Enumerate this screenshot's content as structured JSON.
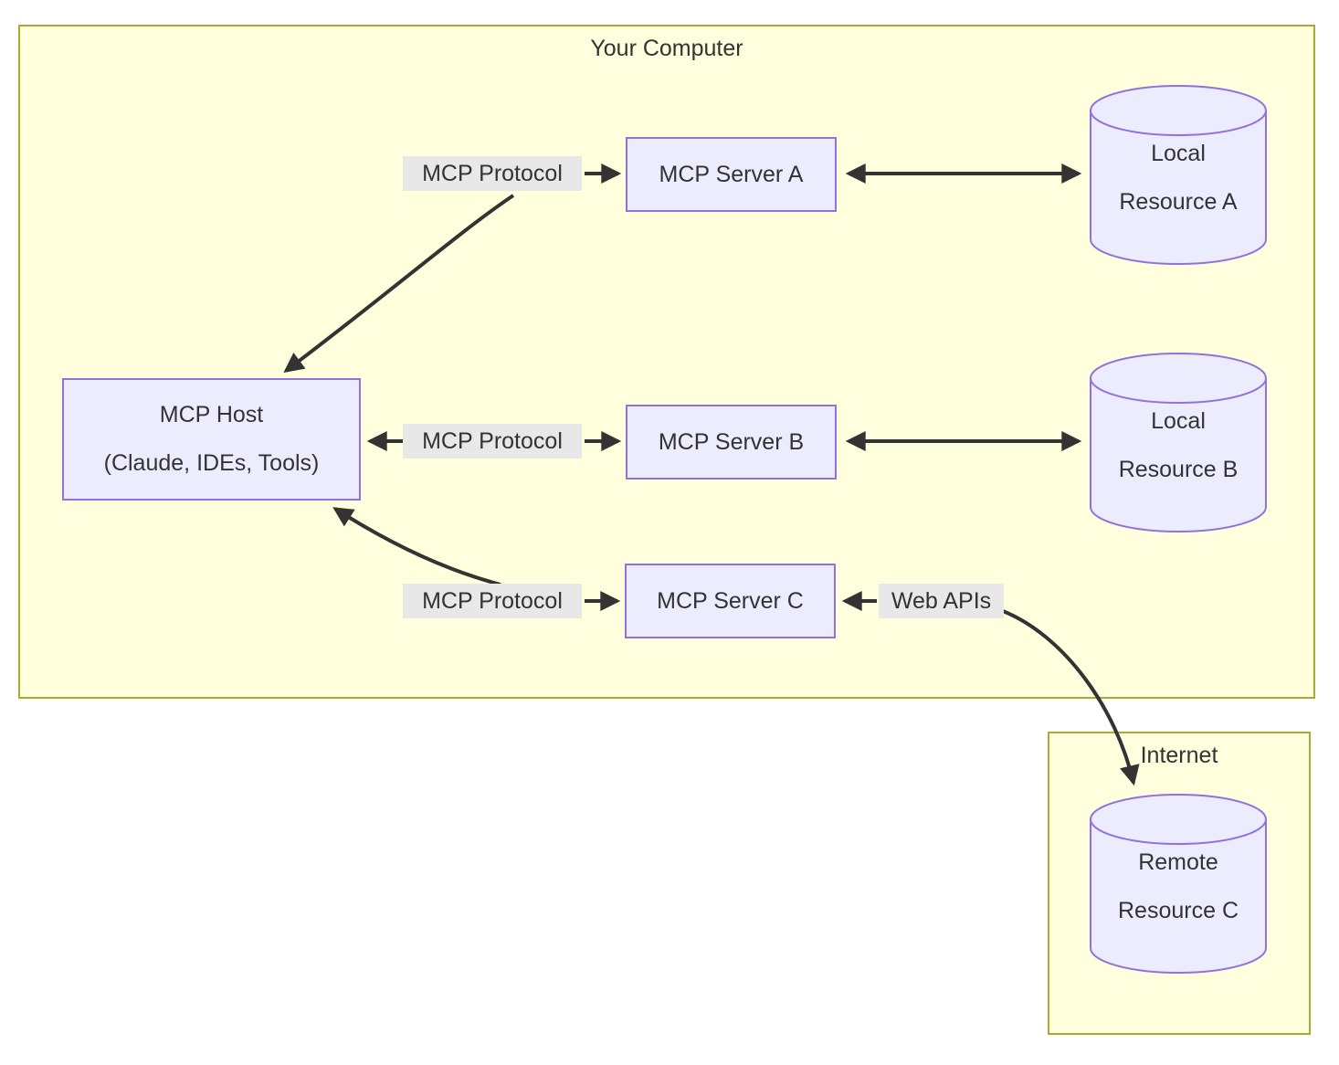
{
  "diagram": {
    "groups": {
      "your_computer": {
        "title": "Your Computer"
      },
      "internet": {
        "title": "Internet"
      }
    },
    "nodes": {
      "host": {
        "line1": "MCP Host",
        "line2": "(Claude, IDEs, Tools)"
      },
      "server_a": {
        "label": "MCP Server A"
      },
      "server_b": {
        "label": "MCP Server B"
      },
      "server_c": {
        "label": "MCP Server C"
      },
      "resource_a": {
        "line1": "Local",
        "line2": "Resource A"
      },
      "resource_b": {
        "line1": "Local",
        "line2": "Resource B"
      },
      "resource_c": {
        "line1": "Remote",
        "line2": "Resource C"
      }
    },
    "edge_labels": {
      "protocol_a": "MCP Protocol",
      "protocol_b": "MCP Protocol",
      "protocol_c": "MCP Protocol",
      "web_apis": "Web APIs"
    },
    "colors": {
      "group_fill": "#ffffde",
      "group_border": "#aaaa33",
      "node_fill": "#ececff",
      "node_border": "#9370db",
      "edge_label_bg": "#e8e8e8",
      "text": "#333333",
      "arrow": "#333333"
    }
  }
}
